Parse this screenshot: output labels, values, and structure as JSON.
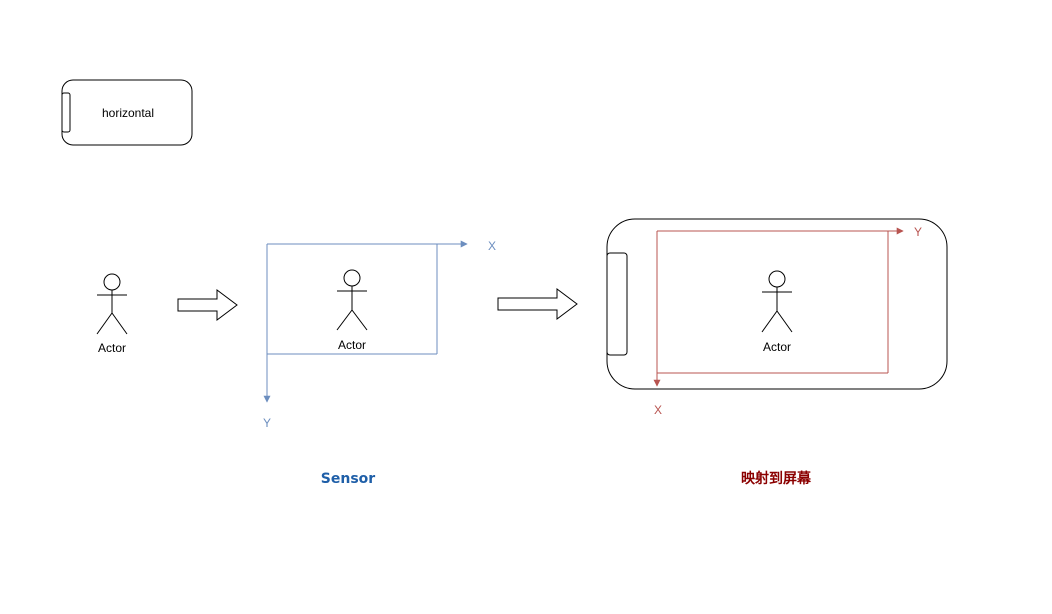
{
  "phone_icon": {
    "label": "horizontal"
  },
  "actors": {
    "left": "Actor",
    "sensor": "Actor",
    "screen": "Actor"
  },
  "sensor_axes": {
    "x_label": "X",
    "y_label": "Y",
    "color": "#6c8ebf"
  },
  "screen_axes": {
    "x_label": "X",
    "y_label": "Y",
    "color": "#b85450"
  },
  "captions": {
    "sensor": "Sensor",
    "sensor_color": "#1f5fa8",
    "screen": "映射到屏幕",
    "screen_color": "#8b0000"
  }
}
